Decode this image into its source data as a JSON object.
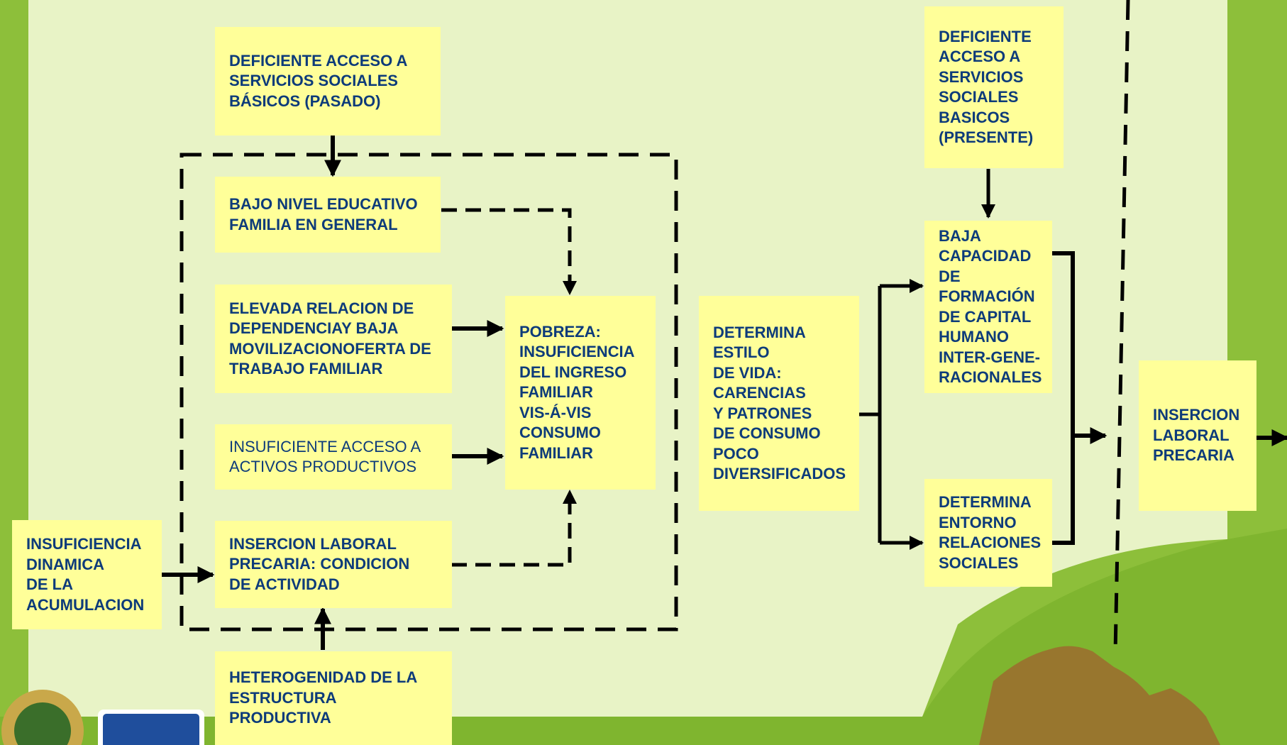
{
  "colors": {
    "background_outer": "#8DBF3A",
    "background_panel": "#E8F3C6",
    "box_fill": "#FFFF99",
    "text": "#0D3B7A",
    "connector": "#000000"
  },
  "boxes": {
    "deficiente_pasado": "DEFICIENTE ACCESO A\nSERVICIOS SOCIALES\nBÁSICOS (PASADO)",
    "bajo_nivel": "BAJO NIVEL EDUCATIVO\nFAMILIA EN GENERAL",
    "elevada_relacion": "ELEVADA RELACION DE\nDEPENDENCIAY BAJA\nMOVILIZACIONOFERTA DE\nTRABAJO FAMILIAR",
    "insuficiente_acceso": "INSUFICIENTE ACCESO A\nACTIVOS PRODUCTIVOS",
    "insercion_condicion": "INSERCION LABORAL\nPRECARIA: CONDICION\nDE ACTIVIDAD",
    "pobreza": "POBREZA:\nINSUFICIENCIA\nDEL INGRESO\nFAMILIAR\nVIS-Á-VIS\nCONSUMO\nFAMILIAR",
    "insuficiencia_dinamica": "INSUFICIENCIA\nDINAMICA\nDE LA\nACUMULACION",
    "heterogenidad": "HETEROGENIDAD DE LA\nESTRUCTURA\nPRODUCTIVA",
    "determina_estilo": "DETERMINA\nESTILO\nDE VIDA:\nCARENCIAS\nY PATRONES\nDE CONSUMO\nPOCO\nDIVERSIFICADOS",
    "deficiente_presente": "DEFICIENTE\nACCESO A\nSERVICIOS\nSOCIALES\nBASICOS\n(PRESENTE)",
    "baja_capacidad": "BAJA\nCAPACIDAD\nDE\nFORMACIÓN\nDE CAPITAL\nHUMANO\nINTER-GENE-\nRACIONALES",
    "determina_entorno": "DETERMINA\nENTORNO\nRELACIONES\nSOCIALES",
    "insercion_precaria": "INSERCION\nLABORAL\nPRECARIA"
  }
}
